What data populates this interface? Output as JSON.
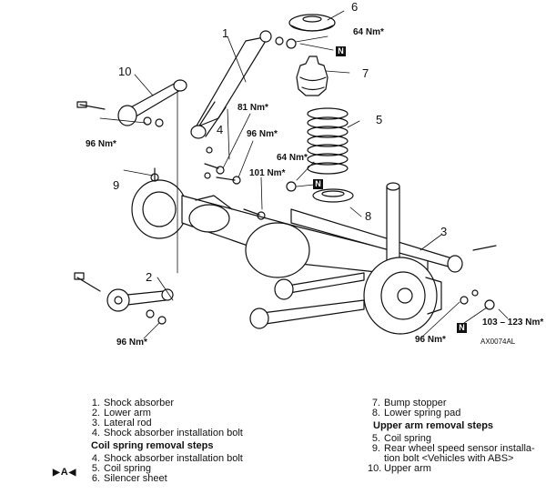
{
  "figure": {
    "id": "AX0074AL",
    "callouts": [
      {
        "n": "1"
      },
      {
        "n": "2"
      },
      {
        "n": "3"
      },
      {
        "n": "4"
      },
      {
        "n": "5"
      },
      {
        "n": "6"
      },
      {
        "n": "7"
      },
      {
        "n": "8"
      },
      {
        "n": "9"
      },
      {
        "n": "10"
      }
    ],
    "torques": [
      {
        "label": "64 Nm*"
      },
      {
        "label": "81 Nm*"
      },
      {
        "label": "96 Nm*"
      },
      {
        "label": "96 Nm*"
      },
      {
        "label": "101 Nm*"
      },
      {
        "label": "64 Nm*"
      },
      {
        "label": "96 Nm*"
      },
      {
        "label": "96 Nm*"
      },
      {
        "label": "103 – 123 Nm*"
      }
    ],
    "new_part_marker": "N"
  },
  "legend": {
    "removal_items": [
      {
        "num": "1.",
        "text": "Shock absorber"
      },
      {
        "num": "2.",
        "text": "Lower arm"
      },
      {
        "num": "3.",
        "text": "Lateral rod"
      },
      {
        "num": "4.",
        "text": "Shock absorber installation bolt"
      }
    ],
    "coil_spring": {
      "heading": "Coil spring removal steps",
      "items": [
        {
          "num": "4.",
          "text": "Shock absorber installation bolt"
        },
        {
          "num": "5.",
          "text": "Coil spring",
          "marker": "A"
        },
        {
          "num": "6.",
          "text": "Silencer sheet"
        }
      ]
    },
    "right_items": [
      {
        "num": "7.",
        "text": "Bump stopper"
      },
      {
        "num": "8.",
        "text": "Lower spring pad"
      }
    ],
    "upper_arm": {
      "heading": "Upper arm removal steps",
      "items": [
        {
          "num": "5.",
          "text": "Coil spring"
        },
        {
          "num": "9.",
          "text": "Rear wheel speed sensor installa-",
          "cont": "tion bolt <Vehicles with ABS>"
        },
        {
          "num": "10.",
          "text": "Upper arm"
        }
      ]
    }
  }
}
